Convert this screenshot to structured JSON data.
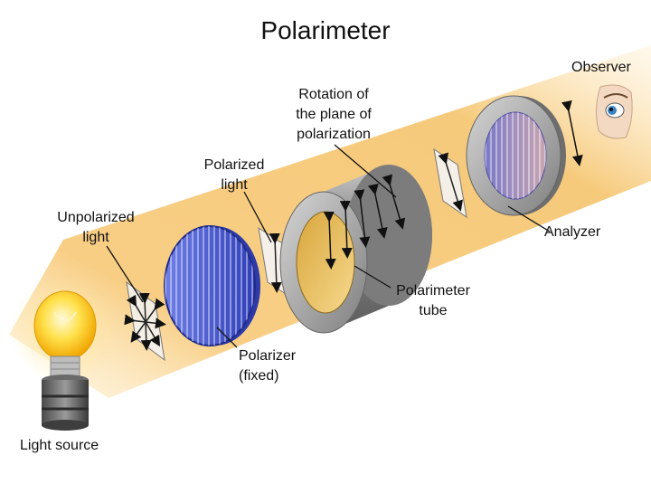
{
  "title": "Polarimeter",
  "labels": {
    "observer": "Observer",
    "rotation": "Rotation of\nthe plane of\npolarization",
    "polarized": "Polarized\nlight",
    "unpolarized": "Unpolarized\nlight",
    "analyzer": "Analyzer",
    "tube": "Polarimeter\ntube",
    "polarizer": "Polarizer\n(fixed)",
    "source": "Light source"
  },
  "colors": {
    "beam": "#f6c66a",
    "polarizer_blue": "#3f4fc8",
    "tube_gray": "#8e8e8e",
    "bulb": "#ffd21f"
  }
}
